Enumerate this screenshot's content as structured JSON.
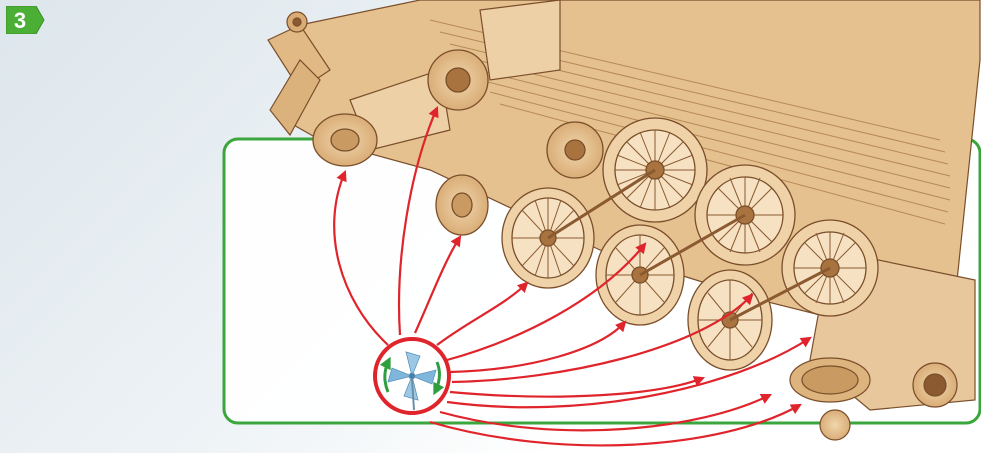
{
  "step": {
    "number": "3"
  },
  "colors": {
    "badge_green": "#4caf35",
    "frame_green": "#3aa63c",
    "arrow_red": "#e0242b",
    "wood": "#e8c79c",
    "wood_dark": "#7a4e2a",
    "fan_blue": "#7fb6dc",
    "rotation_arrows": "#2f9e3f"
  },
  "icons": {
    "step_marker": "chevron-badge-icon",
    "airflow": "pinwheel-fan-icon",
    "subject": "wooden-locomotive-chassis"
  },
  "airflow_targets": 11
}
